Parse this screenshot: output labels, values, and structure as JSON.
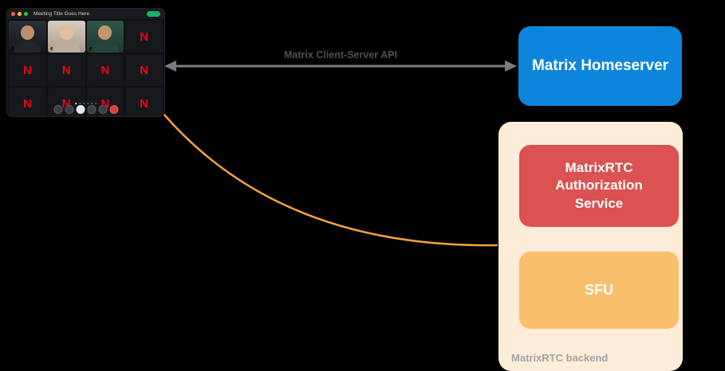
{
  "diagram": {
    "background_color": "#000000",
    "connector": {
      "label": "Matrix Client-Server API",
      "line_color": "#7b7b7b",
      "label_color": "#4f4f4f"
    },
    "media_curve_color": "#f6a13d",
    "homeserver": {
      "label": "Matrix Homeserver",
      "bg_color": "#0d85dc",
      "text_color": "#ffffff"
    },
    "backend": {
      "label": "MatrixRTC backend",
      "bg_color": "#fdecd8",
      "label_color": "#a5a5a5",
      "auth_service": {
        "label": "MatrixRTC\nAuthorization\nService",
        "bg_color": "#dc5151",
        "text_color": "#ffffff"
      },
      "sfu": {
        "label": "SFU",
        "bg_color": "#f9bf6c",
        "text_color": "#ffffff"
      }
    }
  },
  "call_window": {
    "title": "Meeting Title Goes Here",
    "avatar_letter": "N",
    "avatar_letter_color": "#e50914",
    "traffic_light_colors": [
      "#ff5f57",
      "#febc2e",
      "#28c840"
    ],
    "grid": {
      "rows": 3,
      "cols": 4,
      "tile_types": [
        "video",
        "video",
        "video",
        "avatar",
        "avatar",
        "avatar",
        "avatar",
        "avatar",
        "avatar",
        "avatar",
        "avatar",
        "avatar"
      ]
    }
  }
}
